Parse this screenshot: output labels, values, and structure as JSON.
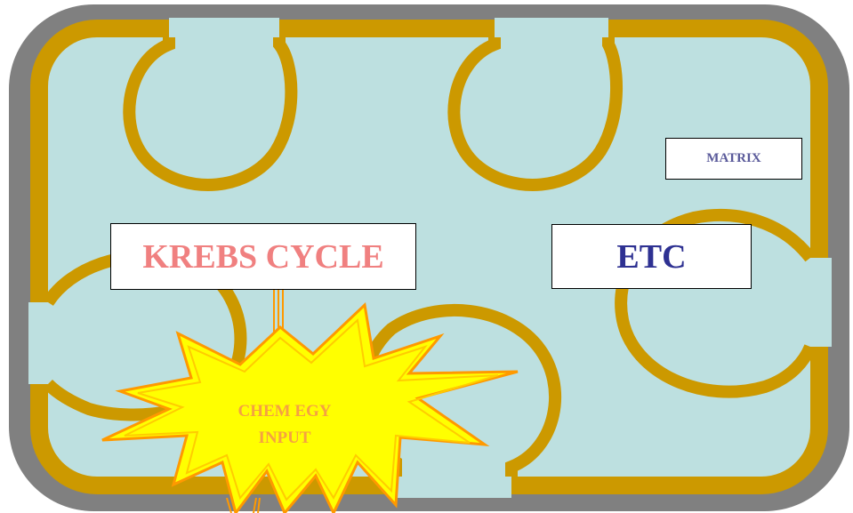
{
  "labels": {
    "krebs": "KREBS CYCLE",
    "etc": "ETC",
    "matrix": "MATRIX",
    "burst_line1": "CHEM EGY",
    "burst_line2": "INPUT"
  },
  "colors": {
    "outer_frame": "#808080",
    "membrane": "#cc9900",
    "matrix_fill": "#bde0e0",
    "krebs_text": "#f08080",
    "etc_text": "#2e3192",
    "matrix_text": "#5a5a9a",
    "burst_fill": "#ffff00",
    "burst_outline": "#ff9900",
    "burst_text": "#f5a142"
  }
}
